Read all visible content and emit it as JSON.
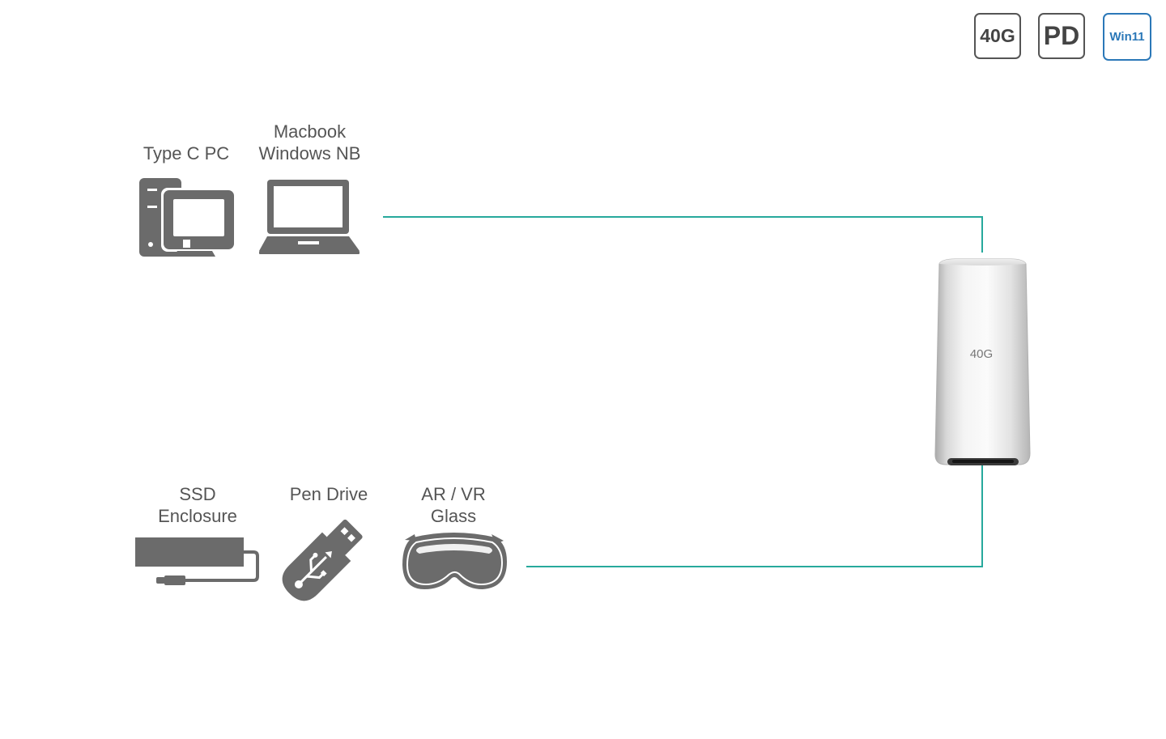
{
  "badges": {
    "speed": "40G",
    "power": "PD",
    "os": "Win11"
  },
  "hosts": {
    "type_c_pc": "Type C PC",
    "laptop_line1": "Macbook",
    "laptop_line2": "Windows NB"
  },
  "devices": {
    "ssd_line1": "SSD",
    "ssd_line2": "Enclosure",
    "pen_drive": "Pen Drive",
    "arvr_line1": "AR / VR",
    "arvr_line2": "Glass"
  },
  "adapter": {
    "label": "40G"
  },
  "colors": {
    "connector_line": "#27a99c",
    "icon_gray": "#6b6b6b",
    "win_badge": "#2b78b8"
  }
}
